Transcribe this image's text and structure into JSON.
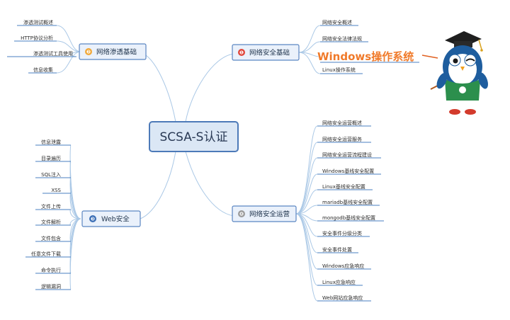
{
  "root": {
    "label": "SCSA-S认证"
  },
  "branches": [
    {
      "number": "❶",
      "label": "网络安全基础",
      "badge_color": "#e0463b",
      "items": [
        "网络安全概述",
        "网络安全法律法规",
        "Windows操作系统",
        "Linux操作系统"
      ]
    },
    {
      "number": "❷",
      "label": "网络渗透基础",
      "badge_color": "#f1a93a",
      "items": [
        "渗透测试概述",
        "HTTP协议分析",
        "渗透测试工具使用",
        "信息收集"
      ]
    },
    {
      "number": "❸",
      "label": "Web安全",
      "badge_color": "#3c6fb6",
      "items": [
        "信息泄露",
        "目录遍历",
        "SQL注入",
        "XSS",
        "文件上传",
        "文件解析",
        "文件包含",
        "任意文件下载",
        "命令执行",
        "逻辑漏洞"
      ]
    },
    {
      "number": "❹",
      "label": "网络安全运营",
      "badge_color": "#9c9c9c",
      "items": [
        "网络安全运营概述",
        "网络安全运营服务",
        "网络安全运营流程建设",
        "Windows基线安全配置",
        "Linux基线安全配置",
        "mariadb基线安全配置",
        "mongodb基线安全配置",
        "安全事件分级分类",
        "安全事件处置",
        "Windows应急响应",
        "Linux应急响应",
        "Web网站应急响应"
      ]
    }
  ],
  "highlight": {
    "text": "Windows操作系统",
    "color": "#f07a2a"
  },
  "mascot": {
    "icon": "owl-graduate-mascot-icon"
  }
}
